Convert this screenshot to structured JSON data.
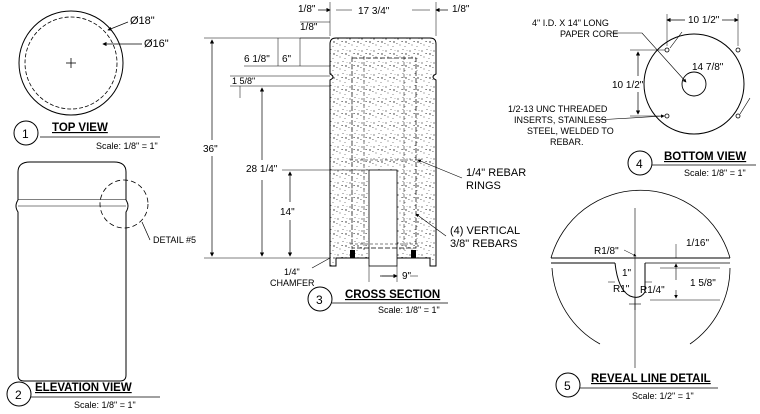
{
  "top_view": {
    "num": "1",
    "title": "TOP VIEW",
    "scale": "Scale: 1/8\" = 1\"",
    "dim_outer": "Ø18\"",
    "dim_inner": "Ø16\""
  },
  "elevation": {
    "num": "2",
    "title": "ELEVATION VIEW",
    "scale": "Scale: 1/8\" = 1\"",
    "detail_callout": "DETAIL #5"
  },
  "cross_section": {
    "num": "3",
    "title": "CROSS SECTION",
    "scale": "Scale: 1/8\" = 1\"",
    "dims": {
      "top_left": "1/8\"",
      "top_mid": "17 3/4\"",
      "top_right": "1/8\"",
      "left_small": "1/8\"",
      "six_eighth": "6 1/8\"",
      "six": "6\"",
      "one_five_eighth": "1 5/8\"",
      "overall_height": "36\"",
      "rebar_height": "28 1/4\"",
      "core_height": "14\"",
      "bottom_width": "9\""
    },
    "chamfer": [
      "1/4\"",
      "CHAMFER"
    ],
    "rebar_rings": [
      "1/4\" REBAR",
      "RINGS"
    ],
    "vertical_rebars": [
      "(4) VERTICAL",
      "3/8\" REBARS"
    ]
  },
  "bottom_view": {
    "num": "4",
    "title": "BOTTOM VIEW",
    "scale": "Scale: 1/8\" = 1\"",
    "core_note": [
      "4\" I.D. X 14\" LONG",
      "PAPER CORE"
    ],
    "insert_note": [
      "1/2-13 UNC THREADED",
      "INSERTS, STAINLESS",
      "STEEL, WELDED TO",
      "REBAR."
    ],
    "dim_top": "10 1/2\"",
    "dim_left": "10 1/2\"",
    "dim_diag": "14 7/8\""
  },
  "reveal_detail": {
    "num": "5",
    "title": "REVEAL LINE DETAIL",
    "scale": "Scale: 1/2\" = 1\"",
    "r_top": "R1/8\"",
    "r_one": "R1\"",
    "r_one_quarter": "R1/4\"",
    "one_sixteenth": "1/16\"",
    "one": "1\"",
    "one_five_eighth": "1 5/8\""
  }
}
